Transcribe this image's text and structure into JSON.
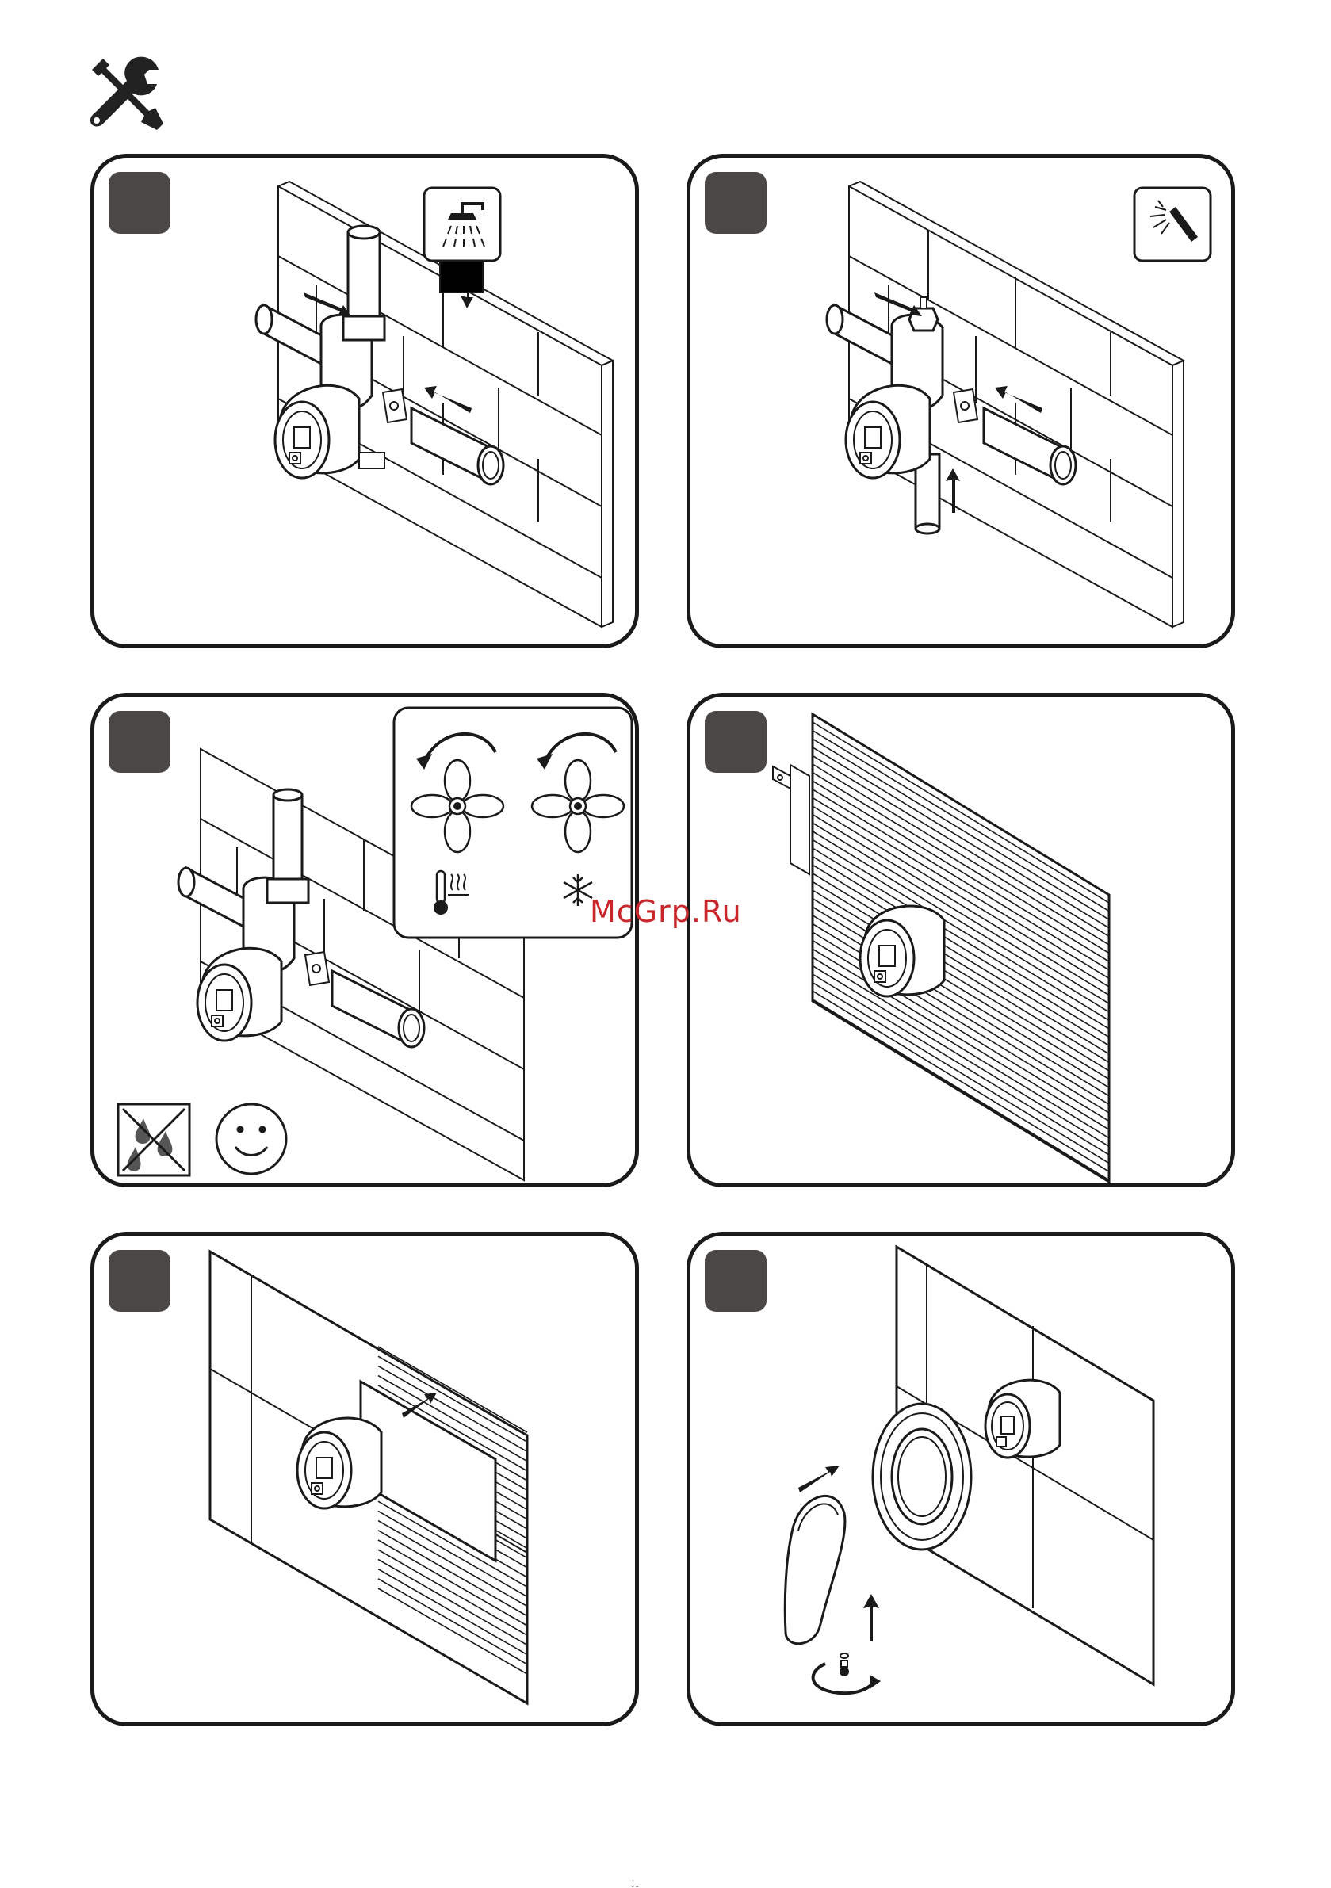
{
  "header": {
    "icon": "tools-icon"
  },
  "steps": [
    {
      "id": 1,
      "icon": "shower-head-icon"
    },
    {
      "id": 2,
      "icon": "hand-shower-icon"
    },
    {
      "id": 3,
      "icons": [
        "rotate-counterclockwise-icon",
        "thermometer-hot-icon",
        "snowflake-icon",
        "no-leak-icon",
        "smiley-face-icon"
      ]
    },
    {
      "id": 4
    },
    {
      "id": 5
    },
    {
      "id": 6,
      "icons": [
        "screw-icon",
        "rotate-icon"
      ]
    }
  ],
  "watermark": "McGrp.Ru",
  "footer_text": " ̠̣́ ̱̠̤"
}
